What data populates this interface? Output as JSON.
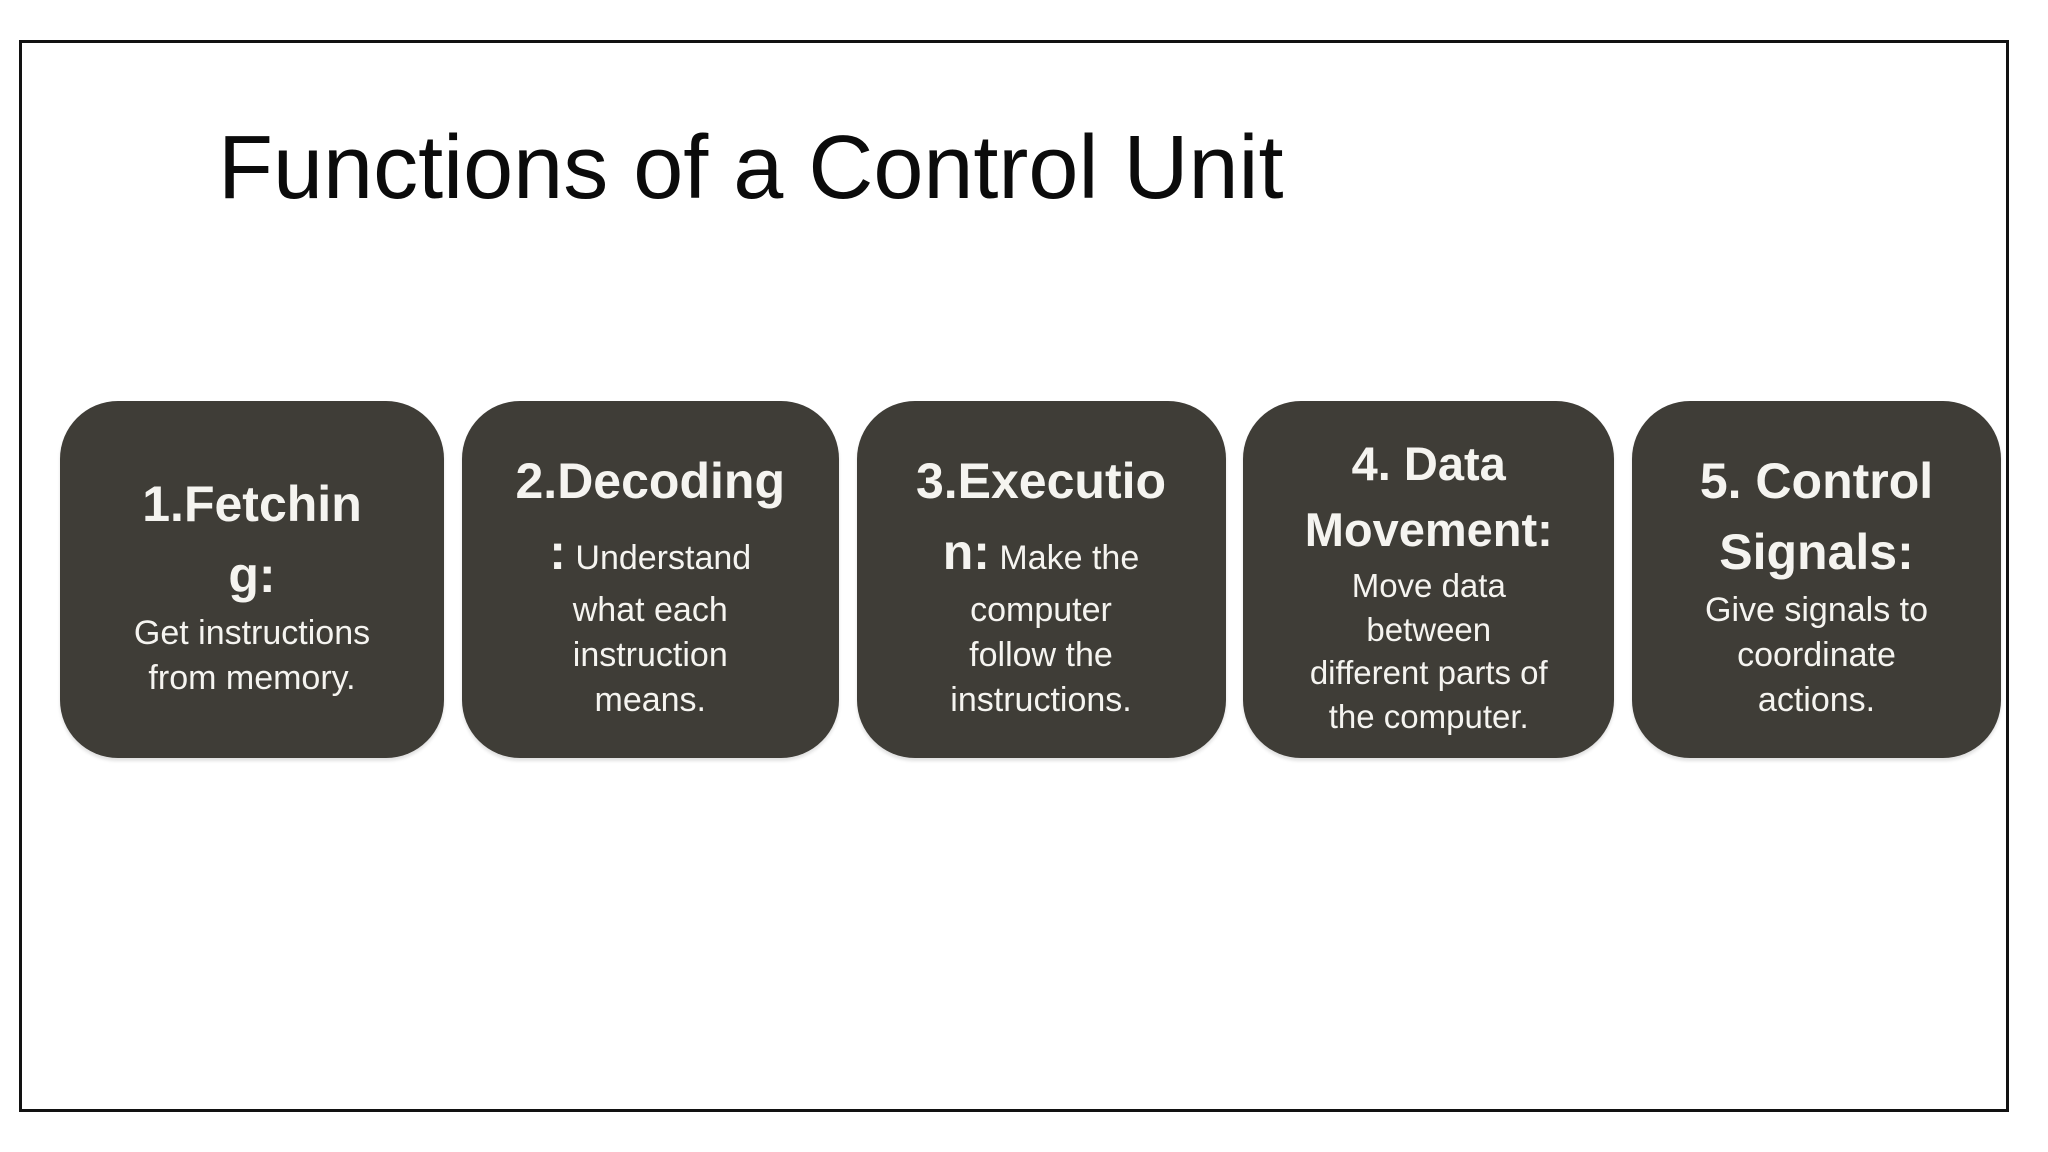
{
  "slide": {
    "title": "Functions of a Control Unit",
    "colors": {
      "slide_bg": "#FFFFFF",
      "border": "#121212",
      "title": "#0B0B0B",
      "box_bg": "#3F3D37",
      "box_text": "#F5F4F0"
    },
    "boxes": [
      {
        "id": "fetching",
        "lines": [
          {
            "b": "1.Fetchin",
            "r": ""
          },
          {
            "b": "g:",
            "r": ""
          },
          {
            "b": "",
            "r": "Get instructions"
          },
          {
            "b": "",
            "r": "from memory."
          }
        ]
      },
      {
        "id": "decoding",
        "lines": [
          {
            "b": "2.Decoding",
            "r": ""
          },
          {
            "b": ":",
            "r": " Understand"
          },
          {
            "b": "",
            "r": "what each"
          },
          {
            "b": "",
            "r": "instruction"
          },
          {
            "b": "",
            "r": "means."
          }
        ]
      },
      {
        "id": "execution",
        "lines": [
          {
            "b": "3.Executio",
            "r": ""
          },
          {
            "b": "n:",
            "r": " Make the"
          },
          {
            "b": "",
            "r": "computer"
          },
          {
            "b": "",
            "r": "follow the"
          },
          {
            "b": "",
            "r": "instructions."
          }
        ]
      },
      {
        "id": "data-movement",
        "lines": [
          {
            "b": "4. Data",
            "r": ""
          },
          {
            "b": "Movement:",
            "r": ""
          },
          {
            "b": "",
            "r": "Move data"
          },
          {
            "b": "",
            "r": "between"
          },
          {
            "b": "",
            "r": "different parts of"
          },
          {
            "b": "",
            "r": "the computer."
          }
        ]
      },
      {
        "id": "control-signals",
        "lines": [
          {
            "b": "5. Control",
            "r": ""
          },
          {
            "b": "Signals:",
            "r": ""
          },
          {
            "b": "",
            "r": "Give signals to"
          },
          {
            "b": "",
            "r": "coordinate"
          },
          {
            "b": "",
            "r": "actions."
          }
        ]
      }
    ]
  }
}
